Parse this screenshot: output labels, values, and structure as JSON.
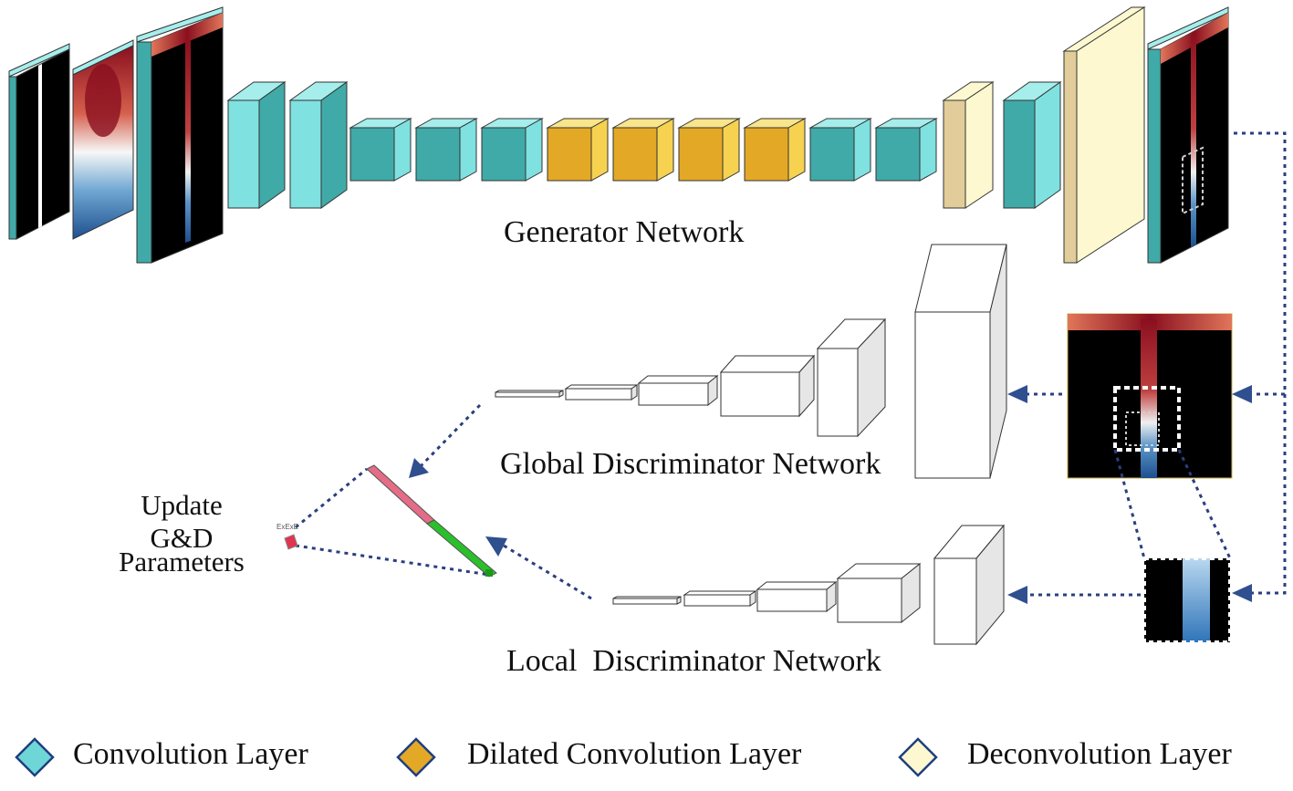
{
  "networks": {
    "generator": "Generator Network",
    "global": "Global Discriminator Network",
    "local": "Local  Discriminator Network"
  },
  "update": {
    "line1": "Update",
    "line2": "G&D",
    "line3": "Parameters"
  },
  "tiny_label": "ExExE",
  "legend": [
    {
      "label": "Convolution Layer",
      "color": "#6fd6d8"
    },
    {
      "label": "Dilated Convolution Layer",
      "color": "#e3a826"
    },
    {
      "label": "Deconvolution Layer",
      "color": "#fdf8cf"
    }
  ],
  "colors": {
    "conv_front": "#40aaa8",
    "conv_side": "#7fe1e0",
    "conv_top": "#a5eeec",
    "dilated_front": "#e3a826",
    "dilated_side": "#f6d250",
    "deconv_front": "#fdf8cf",
    "deconv_tan": "#e2cc9a",
    "disc_face": "#e6e6e6",
    "arrow": "#2f4f8f",
    "dots": "#2b3f7f"
  }
}
